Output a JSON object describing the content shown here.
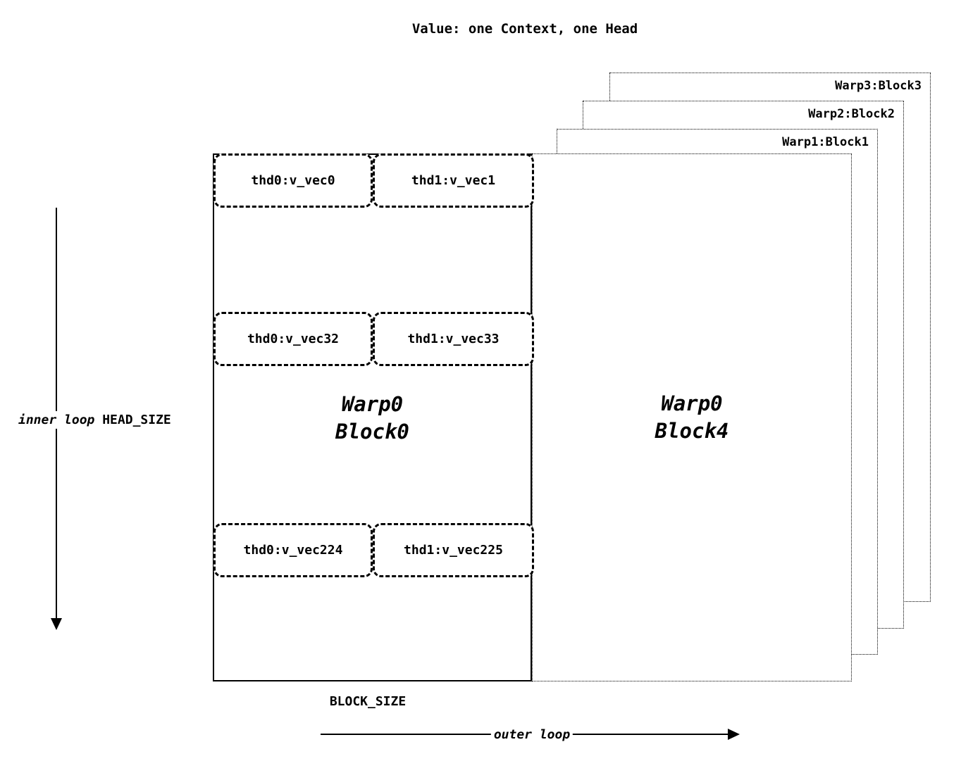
{
  "title": "Value: one Context, one Head",
  "blocks": {
    "warp3": {
      "label": "Warp3:Block3"
    },
    "warp2": {
      "label": "Warp2:Block2"
    },
    "warp1": {
      "label": "Warp1:Block1"
    },
    "block4": {
      "line1": "Warp0",
      "line2": "Block4"
    },
    "block0": {
      "line1": "Warp0",
      "line2": "Block0"
    }
  },
  "threads": {
    "row1": [
      "thd0:v_vec0",
      "thd1:v_vec1"
    ],
    "row2": [
      "thd0:v_vec32",
      "thd1:v_vec33"
    ],
    "row3": [
      "thd0:v_vec224",
      "thd1:v_vec225"
    ]
  },
  "annotations": {
    "inner_loop": "inner loop",
    "head_size": "HEAD_SIZE",
    "block_size": "BLOCK_SIZE",
    "outer_loop": "outer loop"
  },
  "colors": {
    "line": "#000000",
    "background": "#ffffff"
  }
}
